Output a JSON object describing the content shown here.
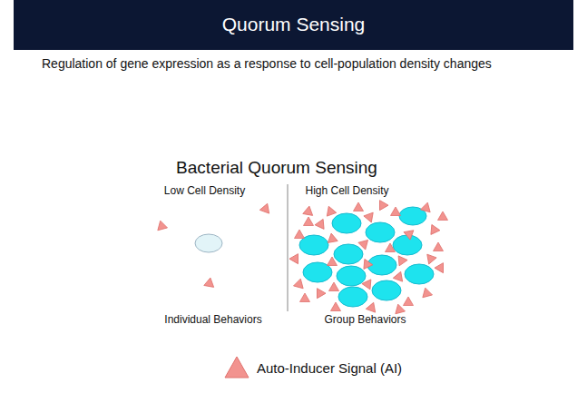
{
  "diagram": {
    "title": "Quorum Sensing",
    "labels": [
      "Regulation of gene expression as a response to cell-population density changes",
      "Bacterial Quorum Sensing",
      "Low Cell Density",
      "High Cell Density",
      "Individual Behaviors",
      "Group Behaviors"
    ],
    "legend": [
      {
        "text": "Auto-Inducer Signal (AI)"
      }
    ]
  }
}
